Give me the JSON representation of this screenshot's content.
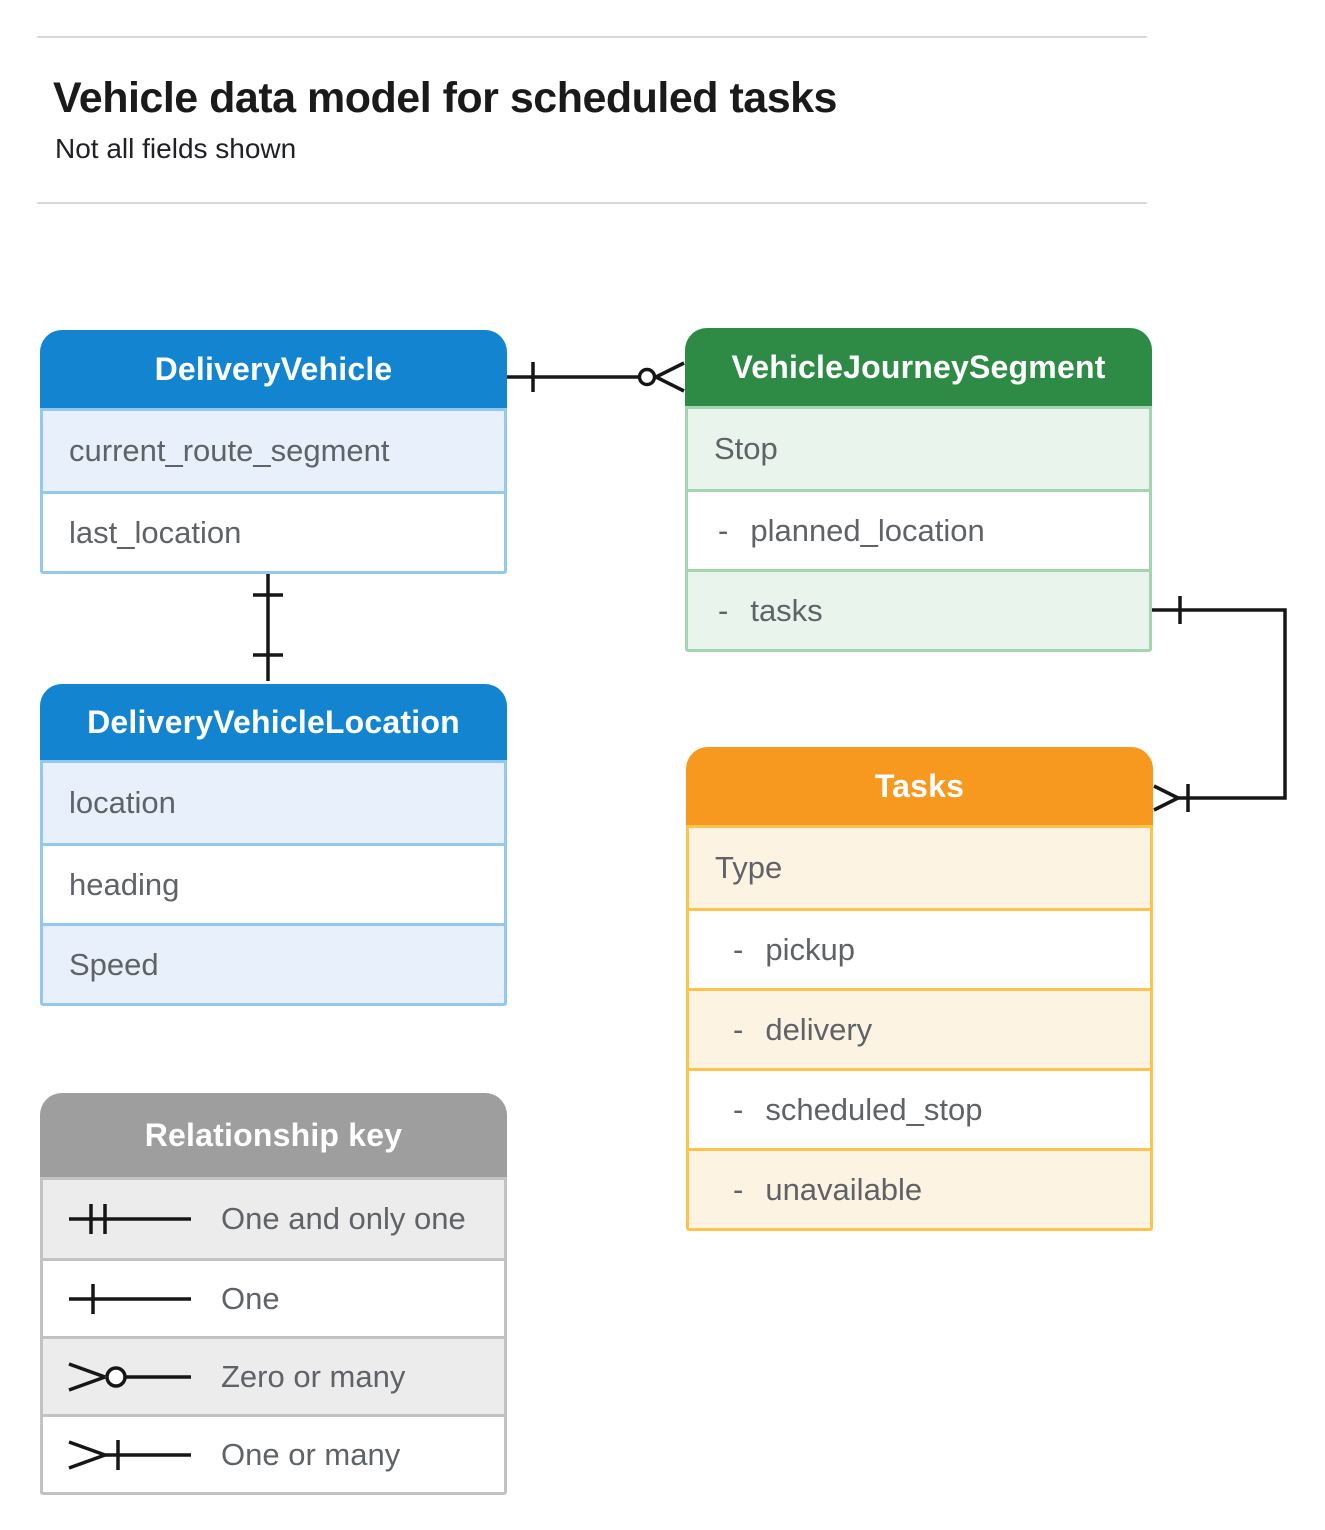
{
  "page": {
    "title": "Vehicle data model for scheduled tasks",
    "subtitle": "Not all fields shown"
  },
  "colors": {
    "blue_header": "#1385d0",
    "blue_row_tint": "#e8f1fb",
    "blue_border": "#93c8ef",
    "green_header": "#2e8b46",
    "green_row_tint": "#e9f4ec",
    "green_border": "#a5d4b0",
    "orange_header": "#f7981f",
    "orange_row_tint": "#fdf3e2",
    "orange_border": "#fcc34d",
    "gray_header": "#9e9e9e",
    "gray_row_tint": "#ececec",
    "field_text": "#5f6368",
    "connector_line": "#161616"
  },
  "entities": {
    "delivery_vehicle": {
      "title": "DeliveryVehicle",
      "fields": [
        {
          "prefix": "",
          "label": "current_route_segment"
        },
        {
          "prefix": "",
          "label": "last_location"
        }
      ]
    },
    "vehicle_journey_segment": {
      "title": "VehicleJourneySegment",
      "fields": [
        {
          "prefix": "",
          "label": "Stop"
        },
        {
          "prefix": "-",
          "label": "planned_location"
        },
        {
          "prefix": "-",
          "label": "tasks"
        }
      ]
    },
    "delivery_vehicle_location": {
      "title": "DeliveryVehicleLocation",
      "fields": [
        {
          "prefix": "",
          "label": "location"
        },
        {
          "prefix": "",
          "label": "heading"
        },
        {
          "prefix": "",
          "label": "Speed"
        }
      ]
    },
    "tasks": {
      "title": "Tasks",
      "fields": [
        {
          "prefix": "",
          "label": "Type"
        },
        {
          "prefix": "-",
          "label": "pickup"
        },
        {
          "prefix": "-",
          "label": "delivery"
        },
        {
          "prefix": "-",
          "label": "scheduled_stop"
        },
        {
          "prefix": "-",
          "label": "unavailable"
        }
      ]
    }
  },
  "legend": {
    "title": "Relationship key",
    "items": [
      {
        "symbol": "one-and-only-one",
        "label": "One and only one"
      },
      {
        "symbol": "one",
        "label": "One"
      },
      {
        "symbol": "zero-or-many",
        "label": "Zero or many"
      },
      {
        "symbol": "one-or-many",
        "label": "One or many"
      }
    ]
  },
  "relationships": [
    {
      "from": "DeliveryVehicle",
      "to": "VehicleJourneySegment",
      "from_cardinality": "One",
      "to_cardinality": "Zero or many"
    },
    {
      "from": "DeliveryVehicle",
      "to": "DeliveryVehicleLocation",
      "from_cardinality": "One",
      "to_cardinality": "One"
    },
    {
      "from": "VehicleJourneySegment",
      "to": "Tasks",
      "from_cardinality": "One",
      "to_cardinality": "One or many"
    }
  ]
}
